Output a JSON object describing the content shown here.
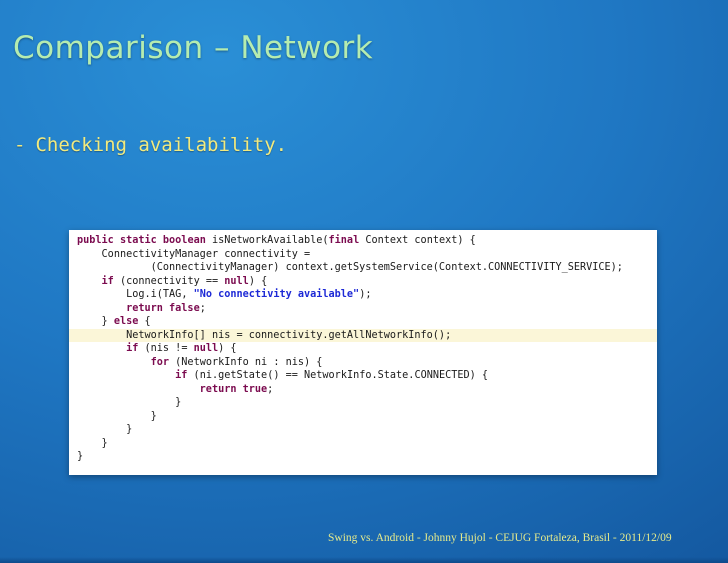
{
  "slide": {
    "title": "Comparison – Network",
    "bullet_dash": "-",
    "bullet_text": "Checking availability.",
    "footer": "Swing vs. Android - Johnny Hujol - CEJUG Fortaleza, Brasil - 2011/12/09"
  },
  "code_lines": [
    "public static boolean isNetworkAvailable(final Context context) {",
    "    ConnectivityManager connectivity =",
    "            (ConnectivityManager) context.getSystemService(Context.CONNECTIVITY_SERVICE);",
    "    if (connectivity == null) {",
    "        Log.i(TAG, \"No connectivity available\");",
    "        return false;",
    "    } else {",
    "        NetworkInfo[] nis = connectivity.getAllNetworkInfo();",
    "        if (nis != null) {",
    "            for (NetworkInfo ni : nis) {",
    "                if (ni.getState() == NetworkInfo.State.CONNECTED) {",
    "                    return true;",
    "                }",
    "            }",
    "        }",
    "    }",
    "}"
  ],
  "code_keywords": [
    "public",
    "static",
    "boolean",
    "final",
    "if",
    "null",
    "return",
    "false",
    "else",
    "for",
    "true"
  ],
  "highlighted_line": 7,
  "colors": {
    "title": "#b5ecb0",
    "bullet": "#f2ea7e",
    "footer": "#e4ea8c",
    "keyword": "#7b0b4f",
    "string": "#1d29d6",
    "highlight": "#fbf6d8"
  }
}
